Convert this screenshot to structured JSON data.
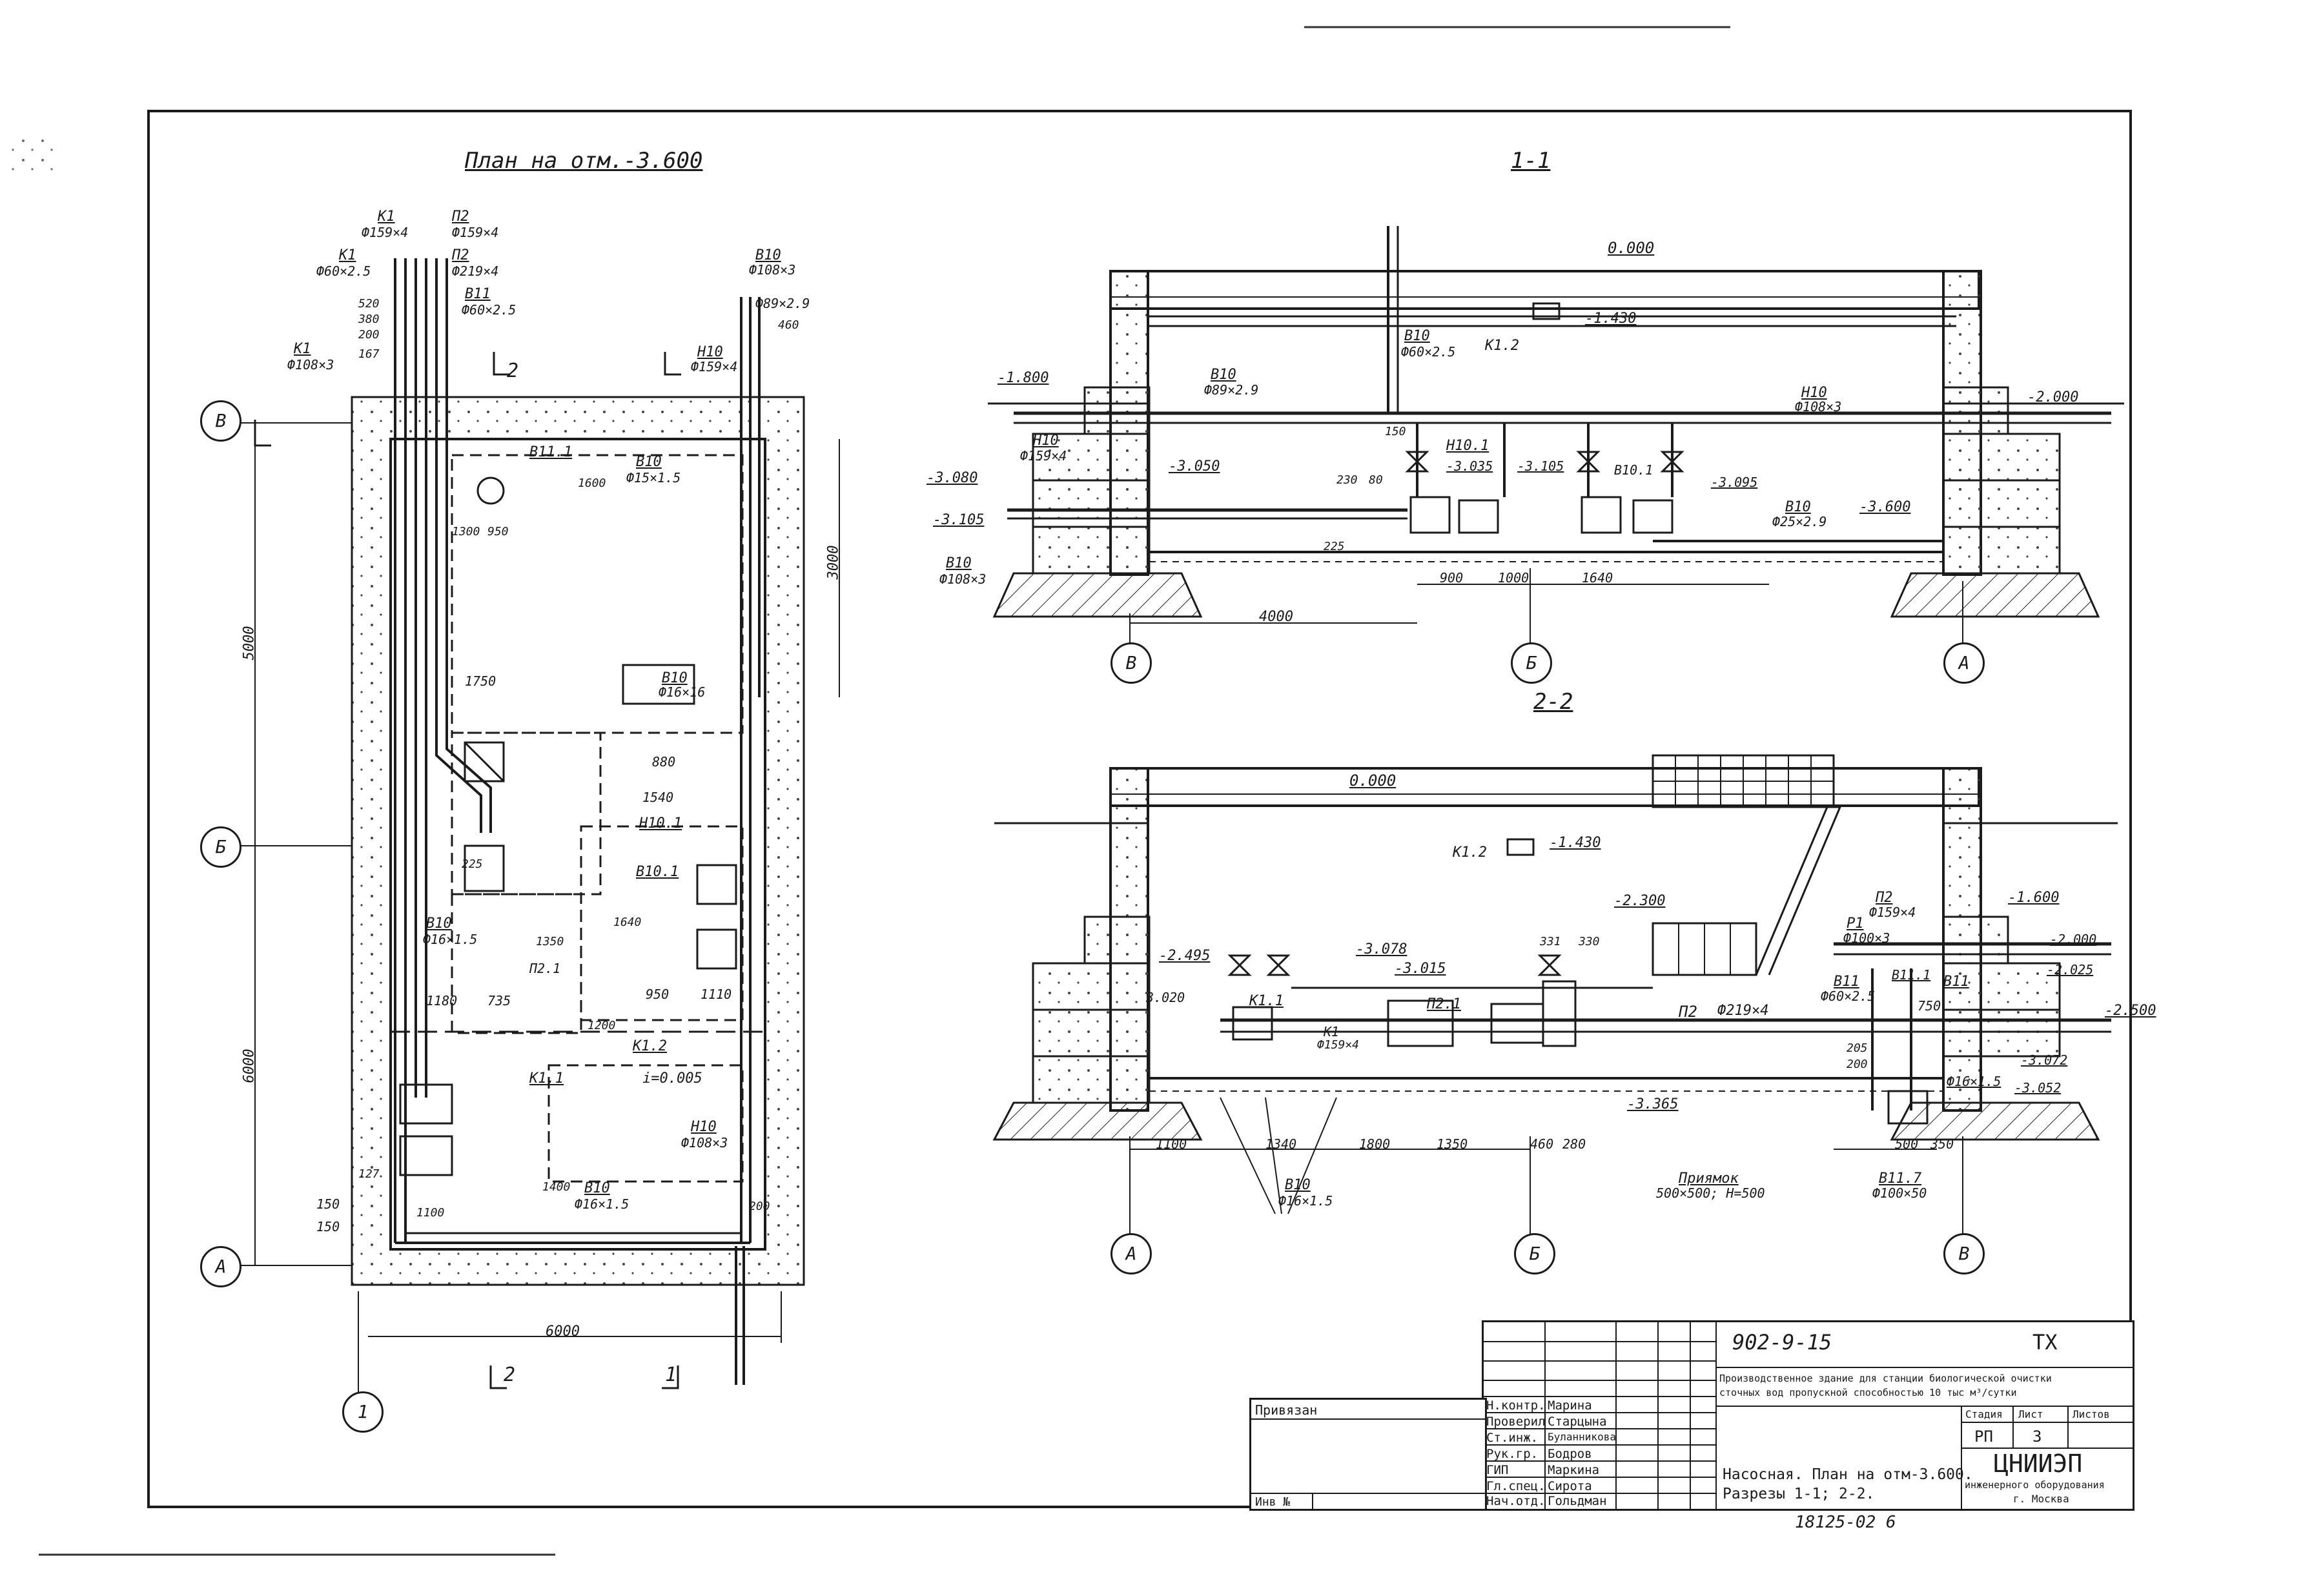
{
  "views": {
    "plan_title": "План на отм.-3.600",
    "section_1_title": "1-1",
    "section_2_title": "2-2"
  },
  "axes": {
    "plan": [
      "В",
      "Б",
      "А",
      "1"
    ],
    "section_1": [
      "В",
      "Б",
      "А"
    ],
    "section_2": [
      "А",
      "Б",
      "В"
    ]
  },
  "plan_labels": {
    "k1_a": "К1",
    "k1_a_d": "Ф159×4",
    "k1_b": "К1",
    "k1_b_d": "Ф60×2.5",
    "k1_c": "К1",
    "k1_c_d": "Ф108×3",
    "p2_a": "П2",
    "p2_a_d": "Ф159×4",
    "p2_b": "П2",
    "p2_b_d": "Ф219×4",
    "v11": "В11",
    "v11_d": "Ф60×2.5",
    "v10_top": "В10",
    "v10_top_d": "Ф108×3",
    "v10_top2_d": "Ф89×2.9",
    "n10_top": "Н10",
    "n10_top_d": "Ф159×4",
    "v111": "В11.1",
    "v10_room": "В10",
    "v10_room_d": "Ф15×1.5",
    "v10_mid": "В10",
    "v10_mid_d": "Ф16×16",
    "n101": "Н10.1",
    "v101": "В10.1",
    "v10_left": "В10",
    "v10_left_d": "Ф16×1.5",
    "p21": "П2.1",
    "k12": "К1.2",
    "k11": "К1.1",
    "slope": "i=0.005",
    "n10_bot": "Н10",
    "n10_bot_d": "Ф108×3",
    "v10_bot": "В10",
    "v10_bot_d": "Ф16×1.5",
    "sec2": "2",
    "sec1": "1",
    "dim_6000": "6000",
    "dim_5000_a": "5000",
    "dim_6000_v": "6000",
    "dim_3000": "3000",
    "dim_1750": "1750",
    "dim_1540": "1540",
    "dim_950": "950",
    "dim_880": "880",
    "dim_1180": "1180",
    "dim_735": "735",
    "dim_1100": "1100",
    "dim_1200": "1200",
    "dim_1400": "1400",
    "dim_1350": "1350",
    "dim_1640": "1640",
    "dim_1110": "1110",
    "dim_1300": "1300",
    "dim_1600": "1600",
    "dim_150a": "150",
    "dim_150b": "150",
    "dim_127": "127",
    "dim_200": "200",
    "dim_225": "225",
    "dim_520": "520",
    "dim_380": "380",
    "dim_167": "167",
    "dim_460": "460"
  },
  "section1_labels": {
    "el_0": "0.000",
    "el_1800": "-1.800",
    "el_1430": "-1.430",
    "el_2000": "-2.000",
    "el_3050": "-3.050",
    "el_3080": "-3.080",
    "el_3105": "-3.105",
    "el_3035": "-3.035",
    "el_3105b": "-3.105",
    "el_3095": "-3.095",
    "el_3600": "-3.600",
    "k12": "К1.2",
    "v10a": "В10",
    "v10a_d": "Ф60×2.5",
    "v10b": "В10",
    "v10b_d": "Ф89×2.9",
    "n10a": "Н10",
    "n10a_d": "Ф159×4",
    "n10b": "Н10",
    "n10b_d": "Ф108×3",
    "n101": "Н10.1",
    "v101": "В10.1",
    "v10c": "В10",
    "v10c_d": "Ф25×2.9",
    "v10d": "В10",
    "v10d_d": "Ф108×3",
    "dim_4000": "4000",
    "dim_900": "900",
    "dim_1000": "1000",
    "dim_1640": "1640",
    "dim_230": "230",
    "dim_80": "80",
    "dim_225": "225",
    "dim_150": "150"
  },
  "section2_labels": {
    "el_0": "0.000",
    "el_1430": "-1.430",
    "el_1600": "-1.600",
    "el_2300": "-2.300",
    "el_2000": "-2.000",
    "el_2025": "-2.025",
    "el_2495": "-2.495",
    "el_3078": "-3.078",
    "el_3015": "-3.015",
    "el_2500": "-2.500",
    "el_3072": "-3.072",
    "el_3052": "-3.052",
    "el_3365": "-3.365",
    "el_3020": "3.020",
    "k12": "К1.2",
    "k11": "К1.1",
    "k1": "К1",
    "k1_d": "Ф159×4",
    "p21": "П2.1",
    "p2_a": "П2",
    "p2_a_d": "Ф159×4",
    "p2_b": "П2",
    "p2_b_d": "Ф219×4",
    "r1": "Р1",
    "r1_d": "Ф100×3",
    "v11": "В11",
    "v11_d": "Ф60×2.5",
    "v111": "В11.1",
    "v11b": "В11",
    "v10": "В10",
    "v10_d": "Ф16×1.5",
    "v10b_d": "Ф16×1.5",
    "pit": "Приямок",
    "pit_d": "500×500; Н=500",
    "v117": "В11.7",
    "v117_d": "Ф100×50",
    "dim_1100": "1100",
    "dim_1340": "1340",
    "dim_1800": "1800",
    "dim_1350": "1350",
    "dim_500": "500",
    "dim_350": "350",
    "dim_750": "750",
    "dim_460": "460",
    "dim_280": "280",
    "dim_205": "205",
    "dim_200": "200",
    "dim_331": "331",
    "dim_330": "330"
  },
  "title_block": {
    "doc_code": "902-9-15",
    "mark": "ТХ",
    "description_1": "Производственное здание для станции биологической очистки",
    "description_2": "сточных вод пропускной способностью 10 тыс м³/сутки",
    "sheet_title_1": "Насосная. План на отм-3.600.",
    "sheet_title_2": "Разрезы 1-1; 2-2.",
    "stage_label": "Стадия",
    "sheet_label": "Лист",
    "sheets_label": "Листов",
    "stage": "РП",
    "sheet": "3",
    "org": "ЦНИИЭП",
    "org_sub": "инженерного оборудования",
    "city": "г. Москва",
    "linked": "Привязан",
    "inv": "Инв №",
    "archive_no": "18125-02  6",
    "staff": [
      {
        "role": "Н.контр.",
        "name": "Марина"
      },
      {
        "role": "Проверил",
        "name": "Старцына"
      },
      {
        "role": "Ст.инж.",
        "name": "Буланникова"
      },
      {
        "role": "Рук.гр.",
        "name": "Бодров"
      },
      {
        "role": "ГИП",
        "name": "Маркина"
      },
      {
        "role": "Гл.спец.",
        "name": "Сирота"
      },
      {
        "role": "Нач.отд.",
        "name": "Гольдман"
      }
    ]
  }
}
